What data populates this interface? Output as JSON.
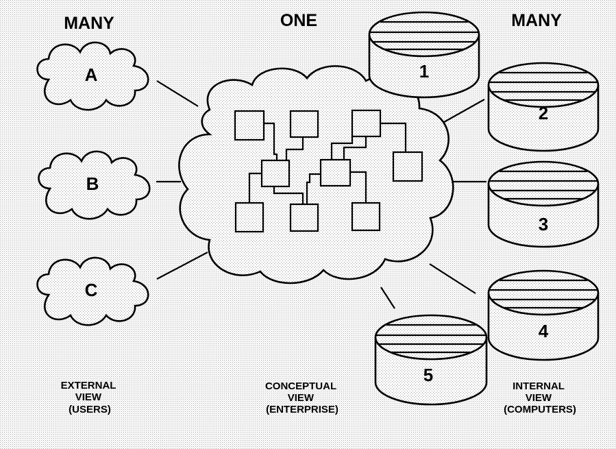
{
  "headers": {
    "left": "MANY",
    "center": "ONE",
    "right": "MANY"
  },
  "external_views": [
    {
      "label": "A"
    },
    {
      "label": "B"
    },
    {
      "label": "C"
    }
  ],
  "internal_views": [
    {
      "label": "1"
    },
    {
      "label": "2"
    },
    {
      "label": "3"
    },
    {
      "label": "4"
    },
    {
      "label": "5"
    }
  ],
  "captions": {
    "external": [
      "EXTERNAL",
      "VIEW",
      "(USERS)"
    ],
    "conceptual": [
      "CONCEPTUAL",
      "VIEW",
      "(ENTERPRISE)"
    ],
    "internal": [
      "INTERNAL",
      "VIEW",
      "(COMPUTERS)"
    ]
  }
}
